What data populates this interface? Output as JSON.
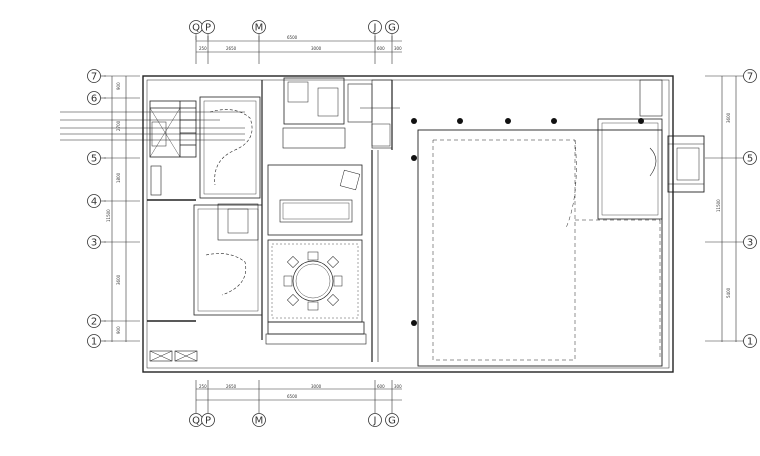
{
  "grid": {
    "columns_top": [
      {
        "id": "col-Q",
        "label": "Q"
      },
      {
        "id": "col-P",
        "label": "P"
      },
      {
        "id": "col-M",
        "label": "M"
      },
      {
        "id": "col-J",
        "label": "J"
      },
      {
        "id": "col-G",
        "label": "G"
      }
    ],
    "columns_bottom": [
      {
        "id": "col-Q",
        "label": "Q"
      },
      {
        "id": "col-P",
        "label": "P"
      },
      {
        "id": "col-M",
        "label": "M"
      },
      {
        "id": "col-J",
        "label": "J"
      },
      {
        "id": "col-G",
        "label": "G"
      }
    ],
    "rows_left": [
      {
        "id": "row-7",
        "label": "7"
      },
      {
        "id": "row-6",
        "label": "6"
      },
      {
        "id": "row-5",
        "label": "5"
      },
      {
        "id": "row-4",
        "label": "4"
      },
      {
        "id": "row-3",
        "label": "3"
      },
      {
        "id": "row-2",
        "label": "2"
      },
      {
        "id": "row-1",
        "label": "1"
      }
    ],
    "rows_right": [
      {
        "id": "row-7",
        "label": "7"
      },
      {
        "id": "row-5",
        "label": "5"
      },
      {
        "id": "row-3",
        "label": "3"
      },
      {
        "id": "row-1",
        "label": "1"
      }
    ]
  },
  "dimensions": {
    "top_segments": [
      "250",
      "2650",
      "3000",
      "600",
      "300"
    ],
    "top_total": "6500",
    "bottom_segments": [
      "250",
      "2650",
      "3000",
      "600",
      "300"
    ],
    "bottom_total": "6500",
    "left_segments": [
      "900",
      "2700",
      "1800",
      "3600",
      "900"
    ],
    "left_total": "11500",
    "right_segments": [
      "3600",
      "5400"
    ],
    "right_total": "11500"
  }
}
